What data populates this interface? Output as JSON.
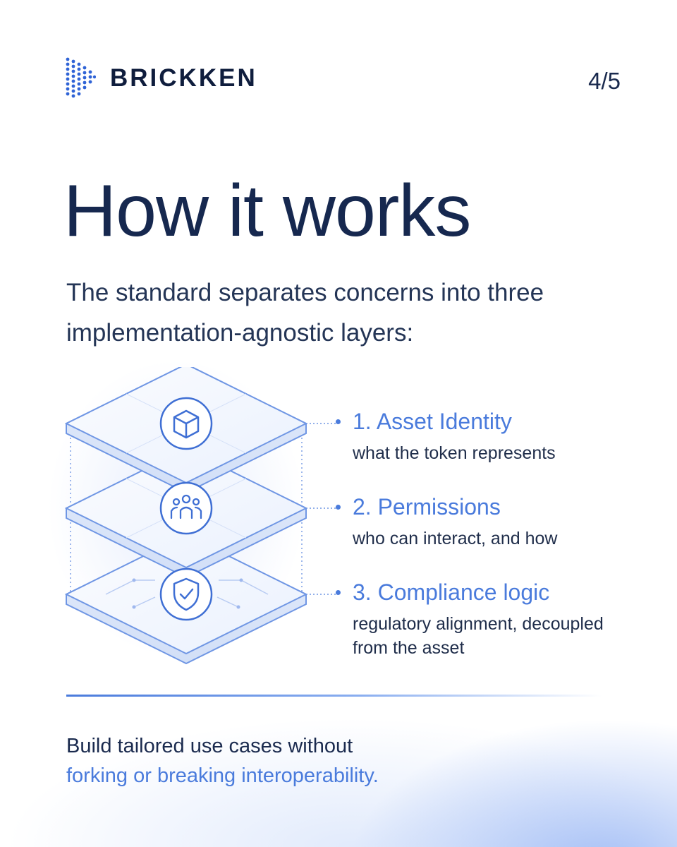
{
  "brand": {
    "name": "BRICKKEN",
    "logo_icon": "brickken-dot-logo-icon",
    "accent_color": "#4a7bdc",
    "text_color": "#16284f"
  },
  "page_indicator": "4/5",
  "title": "How it works",
  "subtitle": "The standard separates concerns into three implementation-agnostic layers:",
  "layers": [
    {
      "title": "1. Asset Identity",
      "description": "what the token represents",
      "icon": "cube-icon"
    },
    {
      "title": "2. Permissions",
      "description": "who can interact, and how",
      "icon": "users-icon"
    },
    {
      "title": "3. Compliance logic",
      "description": "regulatory alignment, decoupled from the asset",
      "icon": "shield-check-icon"
    }
  ],
  "closing": {
    "line1": "Build tailored use cases without",
    "line2": "forking or breaking interoperability."
  }
}
